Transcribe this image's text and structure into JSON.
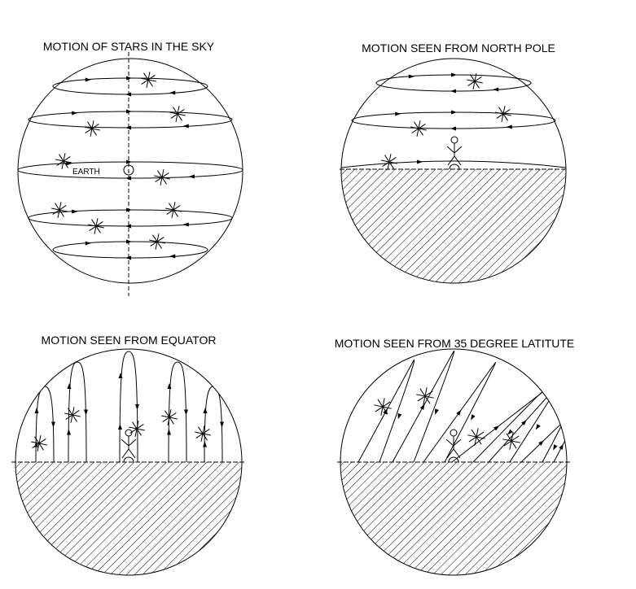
{
  "panels": [
    {
      "title": "MOTION OF STARS IN THE SKY",
      "earth_label": "EARTH"
    },
    {
      "title": "MOTION SEEN FROM NORTH POLE"
    },
    {
      "title": "MOTION SEEN FROM EQUATOR"
    },
    {
      "title": "MOTION SEEN FROM 35 DEGREE LATITUTE"
    }
  ],
  "colors": {
    "ink": "#000000",
    "background": "#ffffff"
  }
}
